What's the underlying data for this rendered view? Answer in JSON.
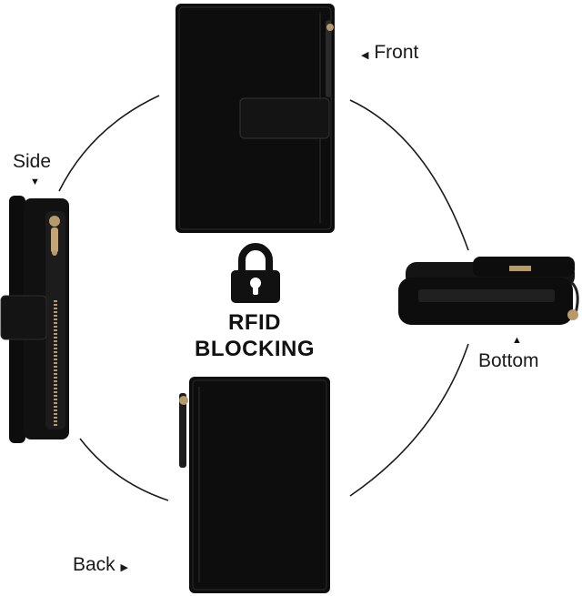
{
  "labels": {
    "front": "Front",
    "side": "Side",
    "bottom": "Bottom",
    "back": "Back",
    "rfid_line1": "RFID",
    "rfid_line2": "BLOCKING"
  },
  "arrows": {
    "front": "◀",
    "side": "▼",
    "bottom": "▲",
    "back": "▶"
  },
  "colors": {
    "leather": "#0d0d0d",
    "leather_edge": "#262626",
    "zipper": "#b79a6a",
    "circle": "#1a1a1a",
    "background": "#ffffff"
  },
  "icons": {
    "lock": "lock-icon"
  }
}
